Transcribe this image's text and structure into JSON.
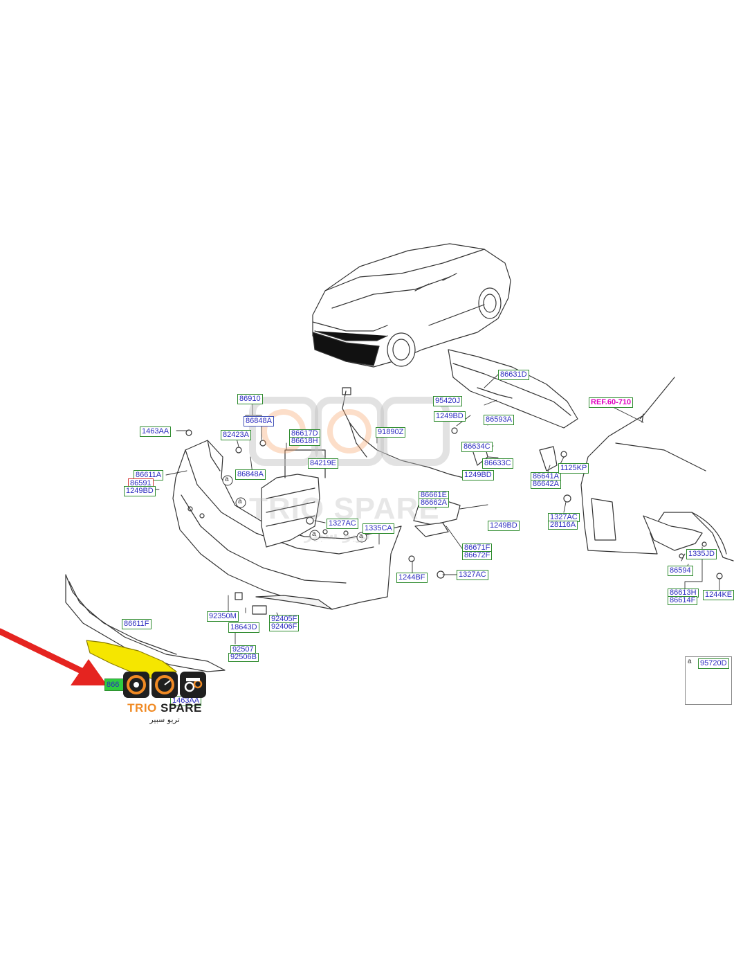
{
  "ref_label": "REF.60-710",
  "callout_symbol": "a",
  "parts": {
    "p86631D": "86631D",
    "p95420J": "95420J",
    "p1249BD_a": "1249BD",
    "p86593A": "86593A",
    "p86634C": "86634C",
    "p86633C": "86633C",
    "p1249BD_b": "1249BD",
    "p86910": "86910",
    "p86848A_a": "86848A",
    "p82423A": "82423A",
    "p86617D": "86617D",
    "p86618H": "86618H",
    "p91890Z": "91890Z",
    "p1463AA_a": "1463AA",
    "p86848A_b": "86848A",
    "p84219E": "84219E",
    "p86611A": "86611A",
    "p86591": "86591",
    "p1249BD_c": "1249BD",
    "p1327AC_a": "1327AC",
    "p1335CA": "1335CA",
    "p86661E": "86661E",
    "p86662A": "86662A",
    "p1249BD_d": "1249BD",
    "p86671F": "86671F",
    "p86672F": "86672F",
    "p1244BF": "1244BF",
    "p1327AC_b": "1327AC",
    "p86641A": "86641A",
    "p86642A": "86642A",
    "p1125KP": "1125KP",
    "p1327AC_c": "1327AC",
    "p28116A": "28116A",
    "p1335JD": "1335JD",
    "p86594": "86594",
    "p86613H": "86613H",
    "p86614F": "86614F",
    "p1244KE": "1244KE",
    "p86611F": "86611F",
    "p92350M": "92350M",
    "p18643D": "18643D",
    "p92507": "92507",
    "p92506B": "92506B",
    "p92405F": "92405F",
    "p92406F": "92406F",
    "p866_partial": "866",
    "p1463AA_b": "1463AA",
    "p95720D": "95720D"
  },
  "watermark": {
    "brand": "TRIO SPARE",
    "arabic": "تريو سبير"
  },
  "colors": {
    "label_text": "#2b2bbf",
    "label_border": "#2e8b2e",
    "ref_text": "#e000c0",
    "highlight": "#f5e600",
    "arrow": "#e52420",
    "logo_orange": "#f08a24",
    "logo_dark": "#1f1f1f"
  }
}
